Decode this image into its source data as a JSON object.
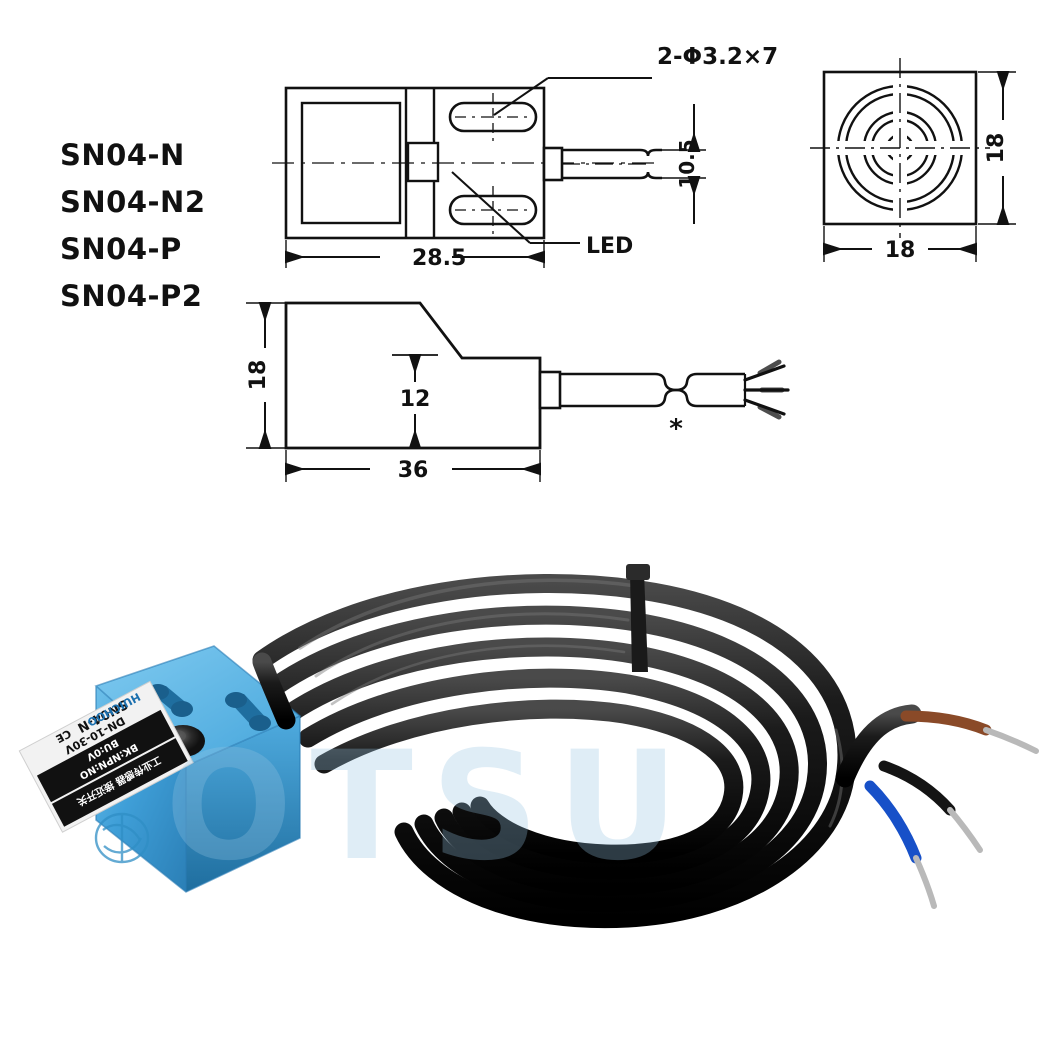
{
  "models": [
    {
      "name": "SN04-N"
    },
    {
      "name": "SN04-N2"
    },
    {
      "name": "SN04-P"
    },
    {
      "name": "SN04-P2"
    }
  ],
  "drawing": {
    "top_view": {
      "hole_callout": "2-Φ3.2×7",
      "led_label": "LED",
      "length_dim": "28.5",
      "cable_height_dim": "10.5"
    },
    "front_view": {
      "width_dim": "18",
      "height_dim": "18"
    },
    "side_view": {
      "body_height_dim": "18",
      "step_height_dim": "12",
      "length_dim": "36",
      "cable_note": "*"
    }
  },
  "photo": {
    "watermark": "OTSU",
    "label": {
      "brand": "HUICHOO",
      "certification": "CE",
      "model": "SN04-N",
      "voltage": "DN-10-30V",
      "output": "BK:NPN:NO",
      "common": "BU:0V",
      "top_strip": "工业传感器 接近开关"
    },
    "wires": [
      {
        "name": "brown-wire",
        "color": "#8a4a28"
      },
      {
        "name": "black-wire",
        "color": "#111111"
      },
      {
        "name": "blue-wire",
        "color": "#1750c8"
      }
    ],
    "colors": {
      "body": "#3f9fd8",
      "body_light": "#69bce8",
      "body_dark": "#2a7cb5",
      "cable": "#1c1c1c"
    }
  }
}
